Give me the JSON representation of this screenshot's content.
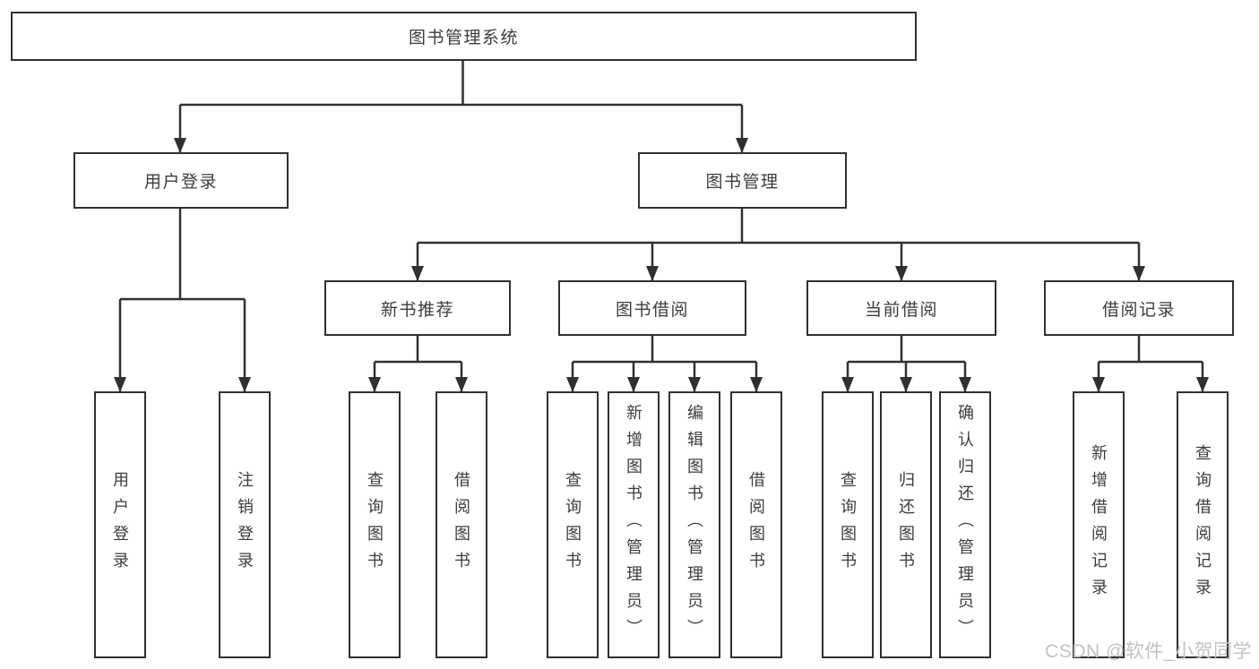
{
  "diagram": {
    "root": {
      "label": "图书管理系统"
    },
    "level2": [
      {
        "label": "用户登录"
      },
      {
        "label": "图书管理"
      }
    ],
    "level3": [
      {
        "label": "新书推荐"
      },
      {
        "label": "图书借阅"
      },
      {
        "label": "当前借阅"
      },
      {
        "label": "借阅记录"
      }
    ],
    "level4": {
      "user_login": [
        {
          "label": "用户登录"
        },
        {
          "label": "注销登录"
        }
      ],
      "new_book": [
        {
          "label": "查询图书"
        },
        {
          "label": "借阅图书"
        }
      ],
      "book_borrow": [
        {
          "label": "查询图书"
        },
        {
          "label": "新增图书（管理员）"
        },
        {
          "label": "编辑图书（管理员）"
        },
        {
          "label": "借阅图书"
        }
      ],
      "current_borrow": [
        {
          "label": "查询图书"
        },
        {
          "label": "归还图书"
        },
        {
          "label": "确认归还（管理员）"
        }
      ],
      "borrow_record": [
        {
          "label": "新增借阅记录"
        },
        {
          "label": "查询借阅记录"
        }
      ]
    }
  },
  "watermark": "CSDN @软件_小贺同学",
  "colors": {
    "line": "#303030",
    "box_border": "#303030",
    "text": "#3c3c3c",
    "watermark": "#c2c2c2",
    "background": "#ffffff"
  }
}
